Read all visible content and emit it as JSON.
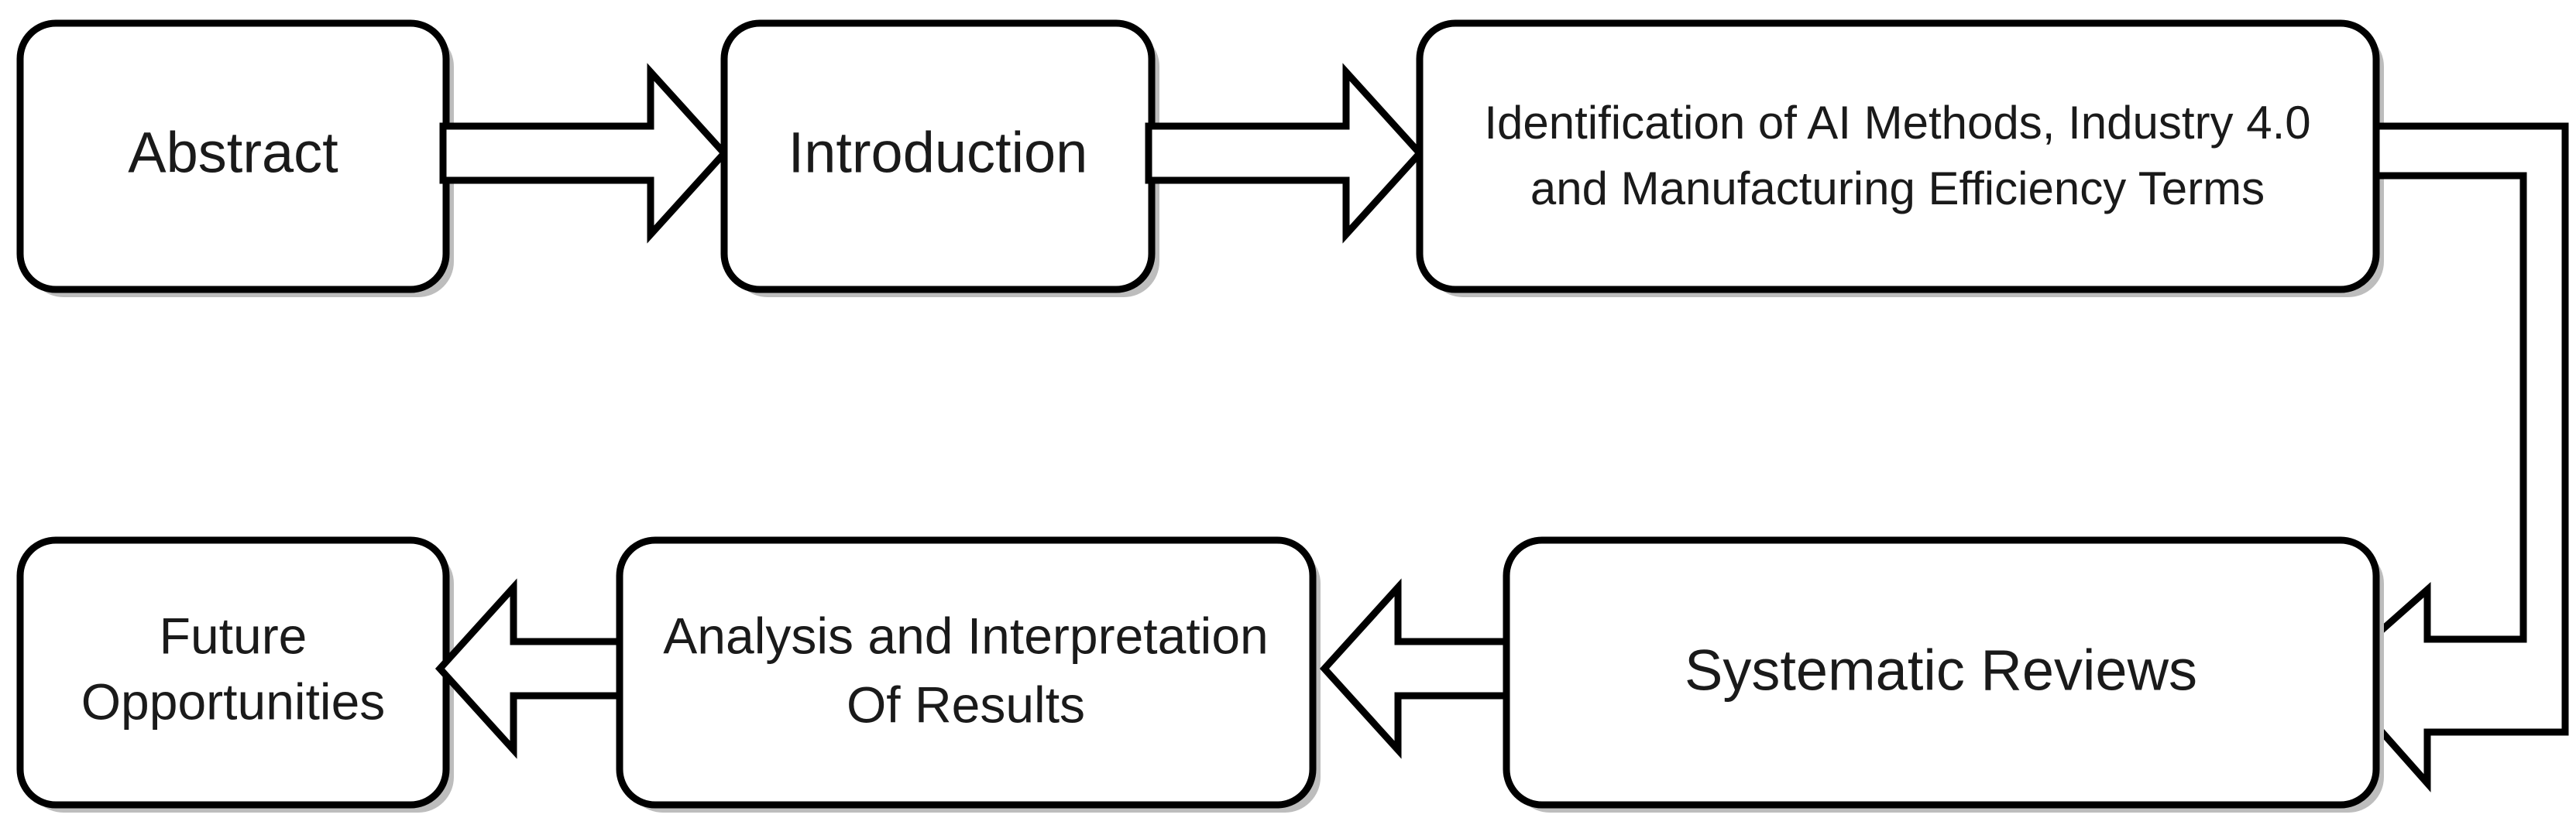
{
  "diagram": {
    "title": "Research Methodology Flowchart",
    "type": "process-flow",
    "orientation": "horizontal-serpentine",
    "background_color": "#ffffff",
    "line_color": "#000000",
    "text_color": "#1a1a1a",
    "node_fill": "#ffffff",
    "shadow_color": "#bdbdbd"
  },
  "nodes": [
    {
      "id": "abstract",
      "label": "Abstract",
      "lines": [
        "Abstract"
      ],
      "row": 1,
      "order": 1
    },
    {
      "id": "introduction",
      "label": "Introduction",
      "lines": [
        "Introduction"
      ],
      "row": 1,
      "order": 2
    },
    {
      "id": "identification",
      "label": "Identification of AI Methods, Industry 4.0 and Manufacturing Efficiency Terms",
      "lines": [
        "Identification of AI Methods, Industry 4.0",
        "and Manufacturing Efficiency Terms"
      ],
      "row": 1,
      "order": 3
    },
    {
      "id": "systematic-reviews",
      "label": "Systematic Reviews",
      "lines": [
        "Systematic Reviews"
      ],
      "row": 2,
      "order": 4
    },
    {
      "id": "analysis",
      "label": "Analysis and Interpretation Of Results",
      "lines": [
        "Analysis and Interpretation",
        "Of Results"
      ],
      "row": 2,
      "order": 5
    },
    {
      "id": "future-opportunities",
      "label": "Future Opportunities",
      "lines": [
        "Future",
        "Opportunities"
      ],
      "row": 2,
      "order": 6
    }
  ],
  "connectors": [
    {
      "id": "abstract-to-introduction",
      "from": "abstract",
      "to": "introduction",
      "direction": "right",
      "style": "hollow-block-arrow"
    },
    {
      "id": "introduction-to-identification",
      "from": "introduction",
      "to": "identification",
      "direction": "right",
      "style": "hollow-block-arrow"
    },
    {
      "id": "identification-to-systematic-reviews",
      "from": "identification",
      "to": "systematic-reviews",
      "direction": "wrap-down-left",
      "style": "hollow-block-arrow"
    },
    {
      "id": "systematic-reviews-to-analysis",
      "from": "systematic-reviews",
      "to": "analysis",
      "direction": "left",
      "style": "hollow-block-arrow"
    },
    {
      "id": "analysis-to-future-opportunities",
      "from": "analysis",
      "to": "future-opportunities",
      "direction": "left",
      "style": "hollow-block-arrow"
    }
  ]
}
